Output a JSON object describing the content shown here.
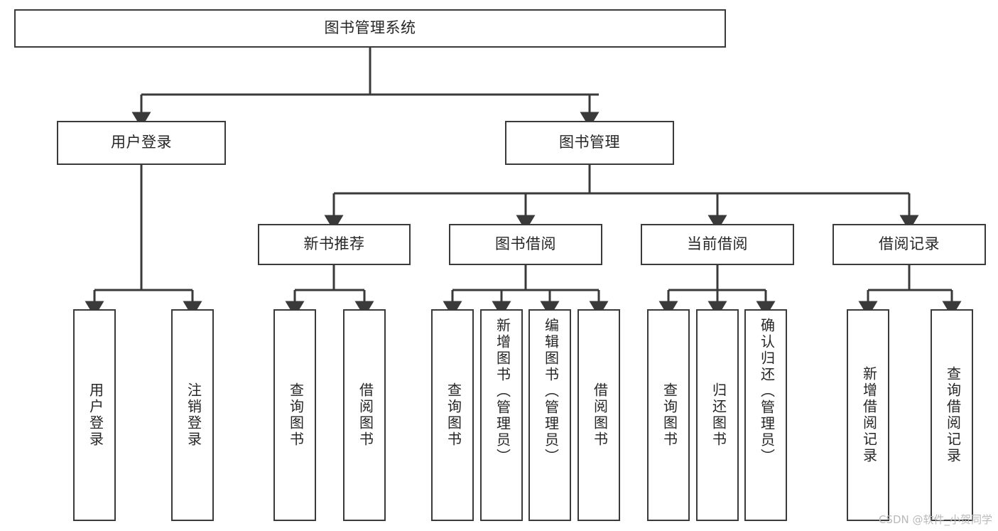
{
  "diagram": {
    "type": "tree-hierarchy",
    "title": "图书管理系统",
    "orientation": "top-down",
    "watermark": "CSDN @软件_小贺同学",
    "colors": {
      "node_border": "#3a3a3a",
      "node_fill": "#ffffff",
      "connector": "#3a3a3a",
      "text": "#262626",
      "watermark": "#b9b9b9",
      "background": "#ffffff"
    },
    "nodes": {
      "root": {
        "label": "图书管理系统",
        "level": 1
      },
      "login": {
        "label": "用户登录",
        "level": 2
      },
      "book_mgmt": {
        "label": "图书管理",
        "level": 2
      },
      "new_book_rec": {
        "label": "新书推荐",
        "level": 3
      },
      "book_borrow": {
        "label": "图书借阅",
        "level": 3
      },
      "current_borrow": {
        "label": "当前借阅",
        "level": 3
      },
      "borrow_record": {
        "label": "借阅记录",
        "level": 3
      },
      "leaf_user_login": {
        "label": "用户登录",
        "level": 4,
        "parent": "login"
      },
      "leaf_logout": {
        "label": "注销登录",
        "level": 4,
        "parent": "login"
      },
      "leaf_query_book_1": {
        "label": "查询图书",
        "level": 4,
        "parent": "new_book_rec"
      },
      "leaf_borrow_book_1": {
        "label": "借阅图书",
        "level": 4,
        "parent": "new_book_rec"
      },
      "leaf_query_book_2": {
        "label": "查询图书",
        "level": 4,
        "parent": "book_borrow"
      },
      "leaf_add_book": {
        "label": "新增图书（管理员）",
        "level": 4,
        "parent": "book_borrow"
      },
      "leaf_edit_book": {
        "label": "编辑图书（管理员）",
        "level": 4,
        "parent": "book_borrow"
      },
      "leaf_borrow_book_2": {
        "label": "借阅图书",
        "level": 4,
        "parent": "book_borrow"
      },
      "leaf_query_book_3": {
        "label": "查询图书",
        "level": 4,
        "parent": "current_borrow"
      },
      "leaf_return_book": {
        "label": "归还图书",
        "level": 4,
        "parent": "current_borrow"
      },
      "leaf_confirm_return": {
        "label": "确认归还（管理员）",
        "level": 4,
        "parent": "current_borrow"
      },
      "leaf_add_record": {
        "label": "新增借阅记录",
        "level": 4,
        "parent": "borrow_record"
      },
      "leaf_query_record": {
        "label": "查询借阅记录",
        "level": 4,
        "parent": "borrow_record"
      }
    }
  }
}
